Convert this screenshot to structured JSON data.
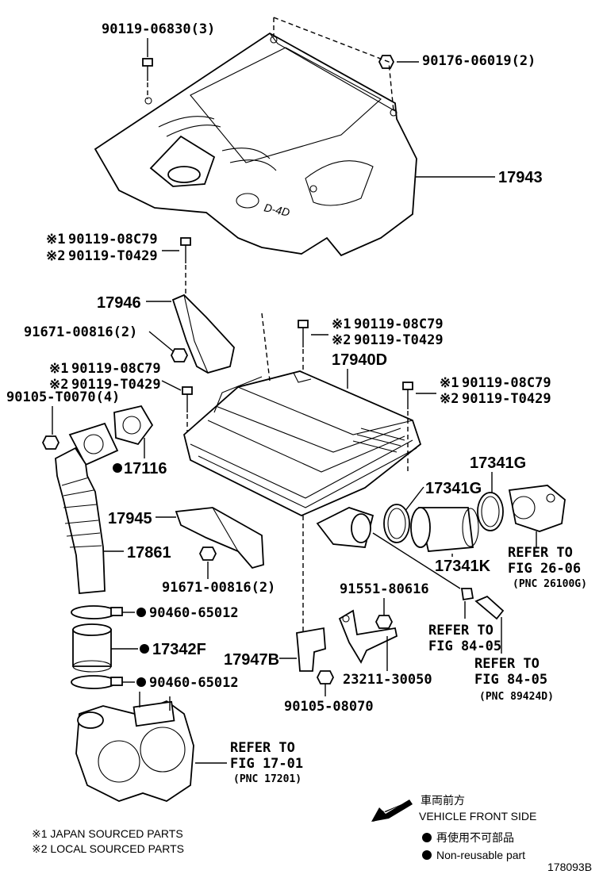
{
  "parts": {
    "bolt_cover": "90119-06830(3)",
    "nut_cover": "90176-06019(2)",
    "engine_cover": "17943",
    "bolt_l1_j": "90119-08C79",
    "bolt_l1_l": "90119-T0429",
    "bracket_17946": "17946",
    "nut_91671_a": "91671-00816(2)",
    "bolt_c_j": "90119-08C79",
    "bolt_c_l": "90119-T0429",
    "intercooler": "17940D",
    "bolt_l2_j": "90119-08C79",
    "bolt_l2_l": "90119-T0429",
    "bolt_r_j": "90119-08C79",
    "bolt_r_l": "90119-T0429",
    "nut_90105_t": "90105-T0070(4)",
    "gasket_17116": "17116",
    "clamp_17341g_a": "17341G",
    "clamp_17341g_b": "17341G",
    "hose_17341k": "17341K",
    "bracket_17945": "17945",
    "pipe_17861": "17861",
    "nut_91671_b": "91671-00816(2)",
    "bolt_91551": "91551-80616",
    "clamp_a": "90460-65012",
    "hose_17342f": "17342F",
    "clamp_b": "90460-65012",
    "bracket_17947b": "17947B",
    "bracket_23211": "23211-30050",
    "bolt_90105": "90105-08070"
  },
  "refs": {
    "ref_word": "REFER TO",
    "fig_26_06": "FIG 26-06",
    "pnc_26100g": "(PNC 26100G)",
    "fig_84_05_a": "FIG 84-05",
    "fig_84_05_b": "FIG 84-05",
    "pnc_89424d": "(PNC 89424D)",
    "fig_17_01": "FIG 17-01",
    "pnc_17201": "(PNC 17201)"
  },
  "marks": {
    "j": "※1",
    "l": "※2"
  },
  "legend": {
    "direction_jp": "車両前方",
    "direction_en": "VEHICLE FRONT SIDE",
    "nonreuse_jp": "再使用不可部品",
    "nonreuse_en": "Non-reusable part",
    "japan_sourced": "※1 JAPAN SOURCED PARTS",
    "local_sourced": "※2 LOCAL SOURCED PARTS"
  },
  "logo_text": "D-4D",
  "figure_id": "178093B"
}
